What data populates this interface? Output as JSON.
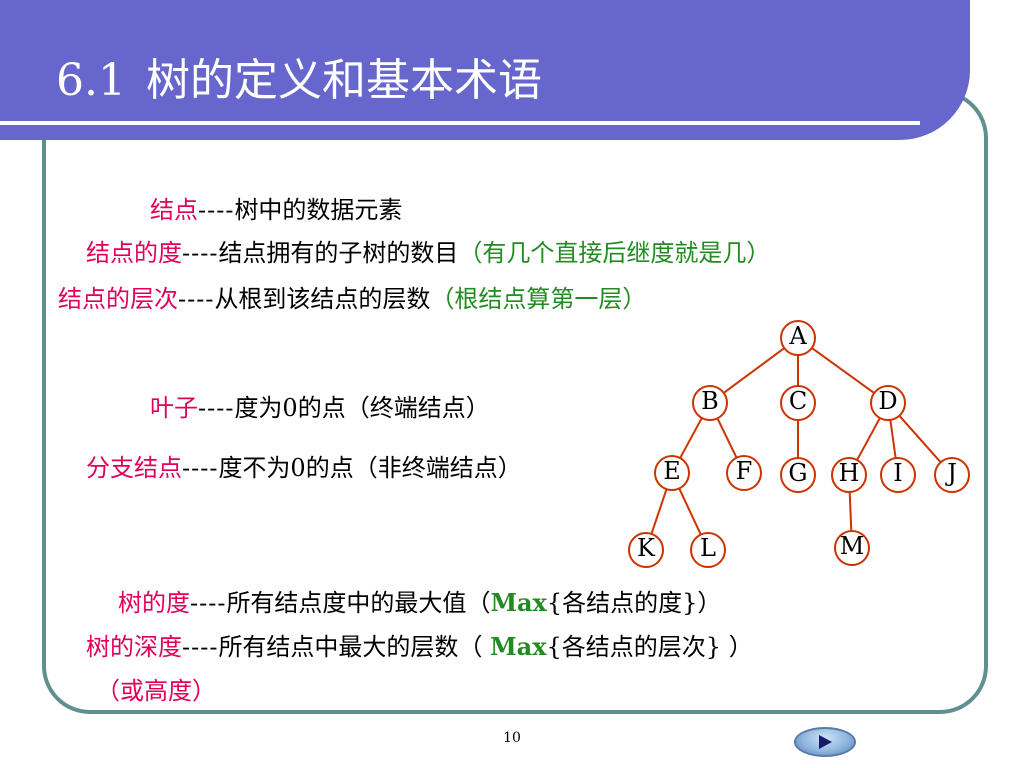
{
  "slide": {
    "title_number": "6.1",
    "title_text": "树的定义和基本术语",
    "page_number": "10"
  },
  "definitions": [
    {
      "term": "结点",
      "dash": "----",
      "desc": "树中的数据元素",
      "note": ""
    },
    {
      "term": "结点的度",
      "dash": "----",
      "desc": "结点拥有的子树的数目",
      "note": "（有几个直接后继度就是几）"
    },
    {
      "term": "结点的层次",
      "dash": "----",
      "desc": "从根到该结点的层数",
      "note": "（根结点算第一层）"
    },
    {
      "term": "叶子",
      "dash": "----",
      "desc": "度为0的点（终端结点）",
      "note": ""
    },
    {
      "term": "分支结点",
      "dash": "----",
      "desc": "度不为0的点（非终端结点）",
      "note": ""
    },
    {
      "term": "树的度",
      "dash": "----",
      "desc": "所有结点度中的最大值",
      "note_prefix": "（",
      "note_bold": "Max",
      "note": "{各结点的度}",
      "note_suffix": "）"
    },
    {
      "term": "树的深度",
      "dash": "----",
      "desc": "所有结点中最大的层数",
      "note_prefix": "（ ",
      "note_bold": "Max",
      "note": "{各结点的层次}",
      "note_suffix": " ）",
      "continuation": "（或高度）"
    }
  ],
  "tree": {
    "nodes": [
      {
        "id": "A",
        "label": "A"
      },
      {
        "id": "B",
        "label": "B"
      },
      {
        "id": "C",
        "label": "C"
      },
      {
        "id": "D",
        "label": "D"
      },
      {
        "id": "E",
        "label": "E"
      },
      {
        "id": "F",
        "label": "F"
      },
      {
        "id": "G",
        "label": "G"
      },
      {
        "id": "H",
        "label": "H"
      },
      {
        "id": "I",
        "label": "I"
      },
      {
        "id": "J",
        "label": "J"
      },
      {
        "id": "K",
        "label": "K"
      },
      {
        "id": "L",
        "label": "L"
      },
      {
        "id": "M",
        "label": "M"
      }
    ],
    "edges": [
      [
        "A",
        "B"
      ],
      [
        "A",
        "C"
      ],
      [
        "A",
        "D"
      ],
      [
        "B",
        "E"
      ],
      [
        "B",
        "F"
      ],
      [
        "C",
        "G"
      ],
      [
        "D",
        "H"
      ],
      [
        "D",
        "I"
      ],
      [
        "D",
        "J"
      ],
      [
        "E",
        "K"
      ],
      [
        "E",
        "L"
      ],
      [
        "H",
        "M"
      ]
    ]
  },
  "colors": {
    "title_bar": "#6666cc",
    "frame_border": "#5f9090",
    "term": "#e0005a",
    "note": "#228b22",
    "tree_stroke": "#cc3300"
  },
  "icons": {
    "next": "play-icon"
  }
}
